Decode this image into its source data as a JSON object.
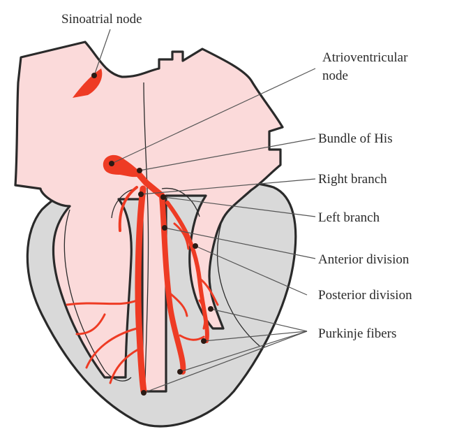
{
  "labels": {
    "sa_node": "Sinoatrial node",
    "av_node_line1": "Atrioventricular",
    "av_node_line2": "node",
    "bundle_of_his": "Bundle of His",
    "right_branch": "Right branch",
    "left_branch": "Left branch",
    "anterior_division": "Anterior division",
    "posterior_division": "Posterior division",
    "purkinje_fibers": "Purkinje fibers"
  },
  "colors": {
    "atria_fill": "#fbdada",
    "ventricle_fill": "#d9d9d9",
    "conduction": "#ee3b24",
    "outline": "#2a2a2a",
    "leader": "#555555"
  }
}
